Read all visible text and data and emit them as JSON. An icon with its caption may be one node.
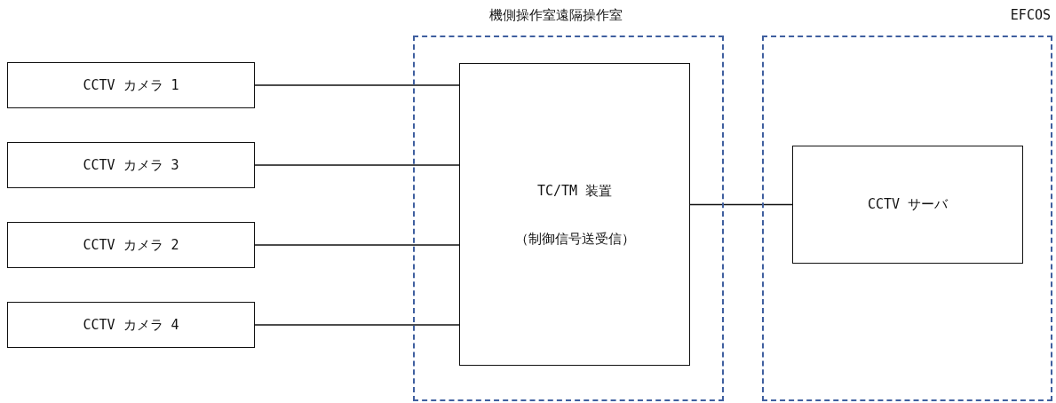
{
  "diagram": {
    "nodes": [
      {
        "text": [
          "CCTV カメラ 1"
        ]
      },
      {
        "text": [
          "CCTV カメラ 3"
        ]
      },
      {
        "text": [
          "CCTV カメラ 2"
        ]
      },
      {
        "text": [
          "CCTV カメラ 4"
        ]
      },
      {
        "text": [
          "機側操作室遠隔操作室"
        ]
      },
      {
        "text": [
          "TC/TM 装置",
          "（制御信号送受信）"
        ],
        "in": 4
      },
      {
        "text": [
          "EFCOS"
        ]
      },
      {
        "text": [
          "CCTV サーバ"
        ],
        "in": 6
      }
    ],
    "edges": [
      {
        "from": 0,
        "to": 5,
        "arrow": "none"
      },
      {
        "from": 1,
        "to": 5,
        "arrow": "none"
      },
      {
        "from": 2,
        "to": 5,
        "arrow": "none"
      },
      {
        "from": 3,
        "to": 5,
        "arrow": "none"
      },
      {
        "from": 5,
        "to": 7,
        "arrow": "none"
      }
    ]
  }
}
